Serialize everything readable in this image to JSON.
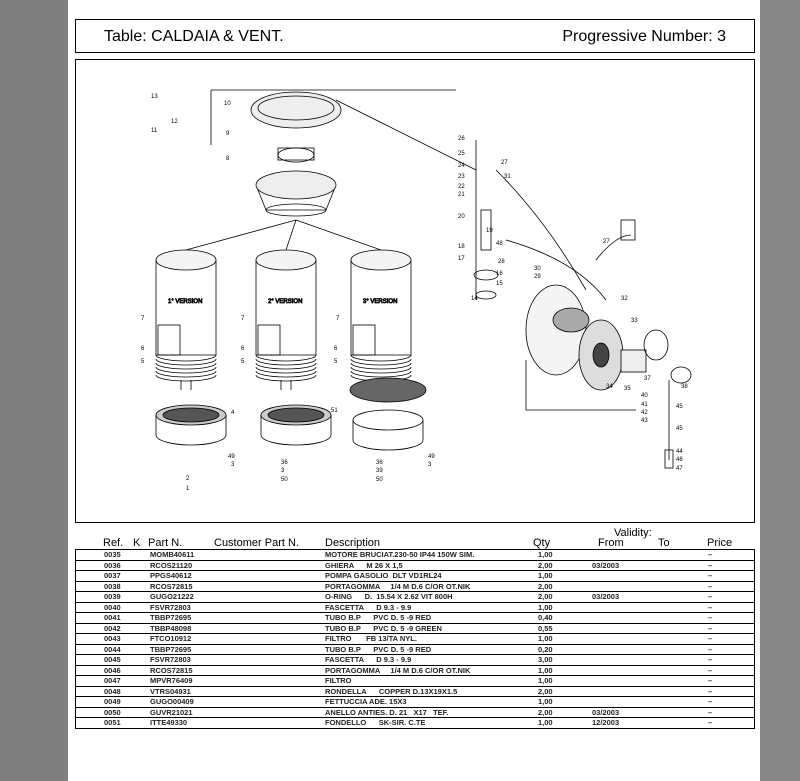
{
  "header": {
    "table_label": "Table: CALDAIA & VENT.",
    "progressive_label": "Progressive Number:  3"
  },
  "diagram": {
    "versions": [
      "1° VERSION",
      "2° VERSION",
      "3° VERSION"
    ],
    "callouts": [
      "13",
      "12",
      "11",
      "10",
      "9",
      "8",
      "7",
      "6",
      "5",
      "4",
      "49",
      "3",
      "2",
      "1",
      "7",
      "6",
      "5",
      "36",
      "3",
      "50",
      "7",
      "6",
      "5",
      "51",
      "49",
      "36",
      "39",
      "50",
      "3",
      "26",
      "25",
      "24",
      "23",
      "22",
      "21",
      "20",
      "19",
      "18",
      "48",
      "17",
      "16",
      "15",
      "14",
      "27",
      "31",
      "28",
      "30",
      "29",
      "32",
      "33",
      "37",
      "35",
      "34",
      "38",
      "40",
      "41",
      "42",
      "43",
      "45",
      "45",
      "44",
      "46",
      "47",
      "27"
    ]
  },
  "table": {
    "headers": {
      "ref": "Ref.",
      "k": "K",
      "part": "Part N.",
      "customer": "Customer Part N.",
      "desc": "Description",
      "qty": "Qty",
      "validity": "Validity:",
      "from": "From",
      "to": "To",
      "price": "Price"
    },
    "rows": [
      {
        "ref": "0035",
        "part": "MOMB40611",
        "desc": "MOTORE BRUCIAT.230-50 IP44 150W SIM.",
        "qty": "1,00",
        "from": "",
        "price": "–"
      },
      {
        "ref": "0036",
        "part": "RCOS21120",
        "desc": "GHIERA      M 26 X 1,5",
        "qty": "2,00",
        "from": "03/2003",
        "price": "–"
      },
      {
        "ref": "0037",
        "part": "PPGS40612",
        "desc": "POMPA GASOLIO  DLT VD1RL24",
        "qty": "1,00",
        "from": "",
        "price": "–"
      },
      {
        "ref": "0038",
        "part": "RCOS72815",
        "desc": "PORTAGOMMA     1/4 M D.6 C/OR OT.NIK",
        "qty": "2,00",
        "from": "",
        "price": "–"
      },
      {
        "ref": "0039",
        "part": "GUGO21222",
        "desc": "O-RING      D.  15.54 X 2.62 VIT 800H",
        "qty": "2,00",
        "from": "03/2003",
        "price": "–"
      },
      {
        "ref": "0040",
        "part": "FSVR72803",
        "desc": "FASCETTA      D 9.3 - 9.9",
        "qty": "1,00",
        "from": "",
        "price": "–"
      },
      {
        "ref": "0041",
        "part": "TBBP72695",
        "desc": "TUBO B.P      PVC D. 5 -9 RED",
        "qty": "0,40",
        "from": "",
        "price": "–"
      },
      {
        "ref": "0042",
        "part": "TBBP48098",
        "desc": "TUBO B.P      PVC D. 5 -9 GREEN",
        "qty": "0,55",
        "from": "",
        "price": "–"
      },
      {
        "ref": "0043",
        "part": "FTCO10912",
        "desc": "FILTRO       FB 13/TA NYL.",
        "qty": "1,00",
        "from": "",
        "price": "–"
      },
      {
        "ref": "0044",
        "part": "TBBP72695",
        "desc": "TUBO B.P      PVC D. 5 -9 RED",
        "qty": "0,20",
        "from": "",
        "price": "–"
      },
      {
        "ref": "0045",
        "part": "FSVR72803",
        "desc": "FASCETTA      D 9.3 - 9.9",
        "qty": "3,00",
        "from": "",
        "price": "–"
      },
      {
        "ref": "0046",
        "part": "RCOS72815",
        "desc": "PORTAGOMMA     1/4 M D.6 C/OR OT.NIK",
        "qty": "1,00",
        "from": "",
        "price": "–"
      },
      {
        "ref": "0047",
        "part": "MPVR76409",
        "desc": "FILTRO",
        "qty": "1,00",
        "from": "",
        "price": "–"
      },
      {
        "ref": "0048",
        "part": "VTRS04931",
        "desc": "RONDELLA      COPPER D.13X19X1.5",
        "qty": "2,00",
        "from": "",
        "price": "–"
      },
      {
        "ref": "0049",
        "part": "GUGO00409",
        "desc": "FETTUCCIA ADE. 15X3",
        "qty": "1,00",
        "from": "",
        "price": "–"
      },
      {
        "ref": "0050",
        "part": "GUVR21021",
        "desc": "ANELLO ANTIES. D. 21   X17   TEF.",
        "qty": "2,00",
        "from": "03/2003",
        "price": "–"
      },
      {
        "ref": "0051",
        "part": "ITTE49330",
        "desc": "FONDELLO      SK-SIR. C.TE",
        "qty": "1,00",
        "from": "12/2003",
        "price": "–"
      }
    ]
  }
}
